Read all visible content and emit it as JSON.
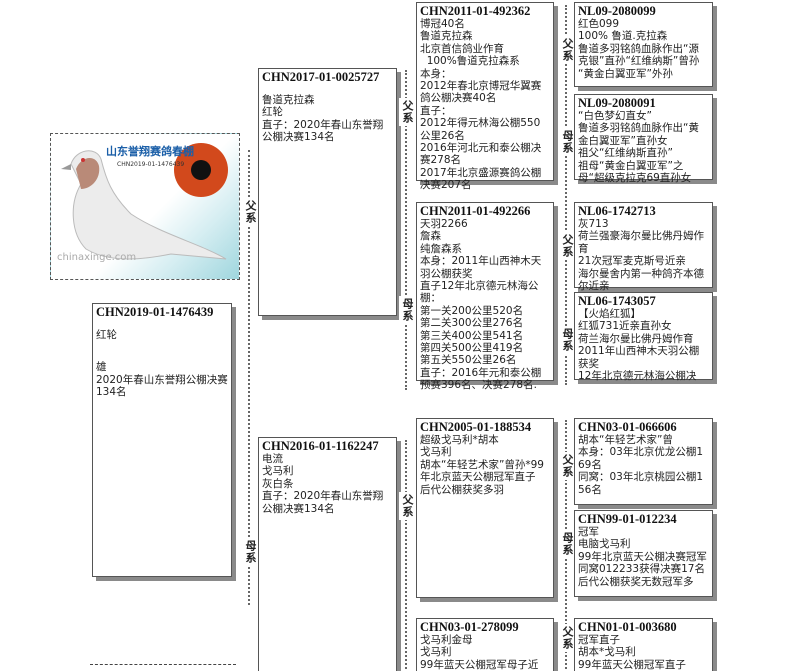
{
  "photo": {
    "title": "山东誉翔赛鸽春棚",
    "ring": "CHN2019-01-1476439",
    "watermark": "chinaxinge.com",
    "colors": {
      "eye": "#d2491c",
      "pupil": "#111111",
      "accent": "#1b5fa8"
    }
  },
  "labels": {
    "sire": "父系",
    "dam": "母系"
  },
  "subject": {
    "ring": "CHN2019-01-1476439",
    "lines": [
      "红轮",
      "",
      "雄",
      "2020年春山东誉翔公棚决赛134名"
    ]
  },
  "sire": {
    "ring": "CHN2017-01-0025727",
    "lines": [
      "",
      "鲁道克拉森",
      "红轮",
      "直子：2020年春山东誉翔公棚决赛134名"
    ]
  },
  "dam": {
    "ring": "CHN2016-01-1162247",
    "lines": [
      "电流",
      "戈马利",
      "灰白条",
      "直子：2020年春山东誉翔公棚决赛134名"
    ]
  },
  "gp": [
    {
      "ring": "CHN2011-01-492362",
      "lines": [
        "博冠40名",
        "鲁道克拉森",
        "北京首信鸽业作育",
        "  100%鲁道克拉森系",
        "本身：",
        "2012年春北京博冠华翼赛鸽公棚决赛40名",
        "直子：",
        "2012年得元林海公棚550公里26名",
        "2016年河北元和泰公棚决赛278名",
        "2017年北京盛源赛鸽公棚决赛207名"
      ]
    },
    {
      "ring": "CHN2011-01-492266",
      "lines": [
        "天羽2266",
        "詹森",
        "纯詹森系",
        "本身：2011年山西神木天羽公棚获奖",
        "直子12年北京德元林海公棚：",
        "第一关200公里520名",
        "第二关300公里276名",
        "第三关400公里541名",
        "第四关500公里419名",
        "第五关550公里26名",
        "直子：2016年元和泰公棚预赛396名、决赛278名."
      ]
    },
    {
      "ring": "CHN2005-01-188534",
      "lines": [
        "超级戈马利*胡本",
        "戈马利",
        "胡本“年轻艺术家”曾孙*99年北京蓝天公棚冠军直子",
        "后代公棚获奖多羽"
      ]
    },
    {
      "ring": "CHN03-01-278099",
      "lines": [
        "戈马利金母",
        "戈马利",
        "99年蓝天公棚冠军母子近"
      ]
    }
  ],
  "ggp": [
    {
      "ring": "NL09-2080099",
      "lines": [
        "红色099",
        "100% 鲁道.克拉森",
        "鲁道多羽铭鸽血脉作出“源克银”直孙“红维纳斯”曾孙",
        "“黄金白翼亚军”外孙"
      ]
    },
    {
      "ring": "NL09-2080091",
      "lines": [
        "“白色梦幻直女”",
        "鲁道多羽铭鸽血脉作出“黄金白翼亚军”直孙女",
        "祖父“红维纳斯直孙”",
        "祖母“黄金白翼亚军”之母“超级克拉克69直孙女"
      ]
    },
    {
      "ring": "NL06-1742713",
      "lines": [
        "灰713",
        "荷兰强豪海尔曼比佛丹姆作育",
        "21次冠军麦克斯号近亲",
        "海尔曼舍内第一种鸽齐本德尔近亲"
      ]
    },
    {
      "ring": "NL06-1743057",
      "lines": [
        "【火焰红狐】",
        "红狐731近亲直孙女",
        "荷兰海尔曼比佛丹姆作育",
        "2011年山西神木天羽公棚获奖",
        "12年北京德元林海公棚决"
      ]
    },
    {
      "ring": "CHN03-01-066606",
      "lines": [
        "胡本“年轻艺术家”曾",
        "本身：03年北京优龙公棚169名",
        "同窝：03年北京桃园公棚156名"
      ]
    },
    {
      "ring": "CHN99-01-012234",
      "lines": [
        "冠军",
        "电脑戈马利",
        "99年北京蓝天公棚决赛冠军",
        "同窝012233获得决赛17名",
        "后代公棚获奖无数冠军多"
      ]
    },
    {
      "ring": "CHN01-01-003680",
      "lines": [
        "冠军直子",
        "胡本*戈马利",
        "99年蓝天公棚冠军直子"
      ]
    }
  ]
}
